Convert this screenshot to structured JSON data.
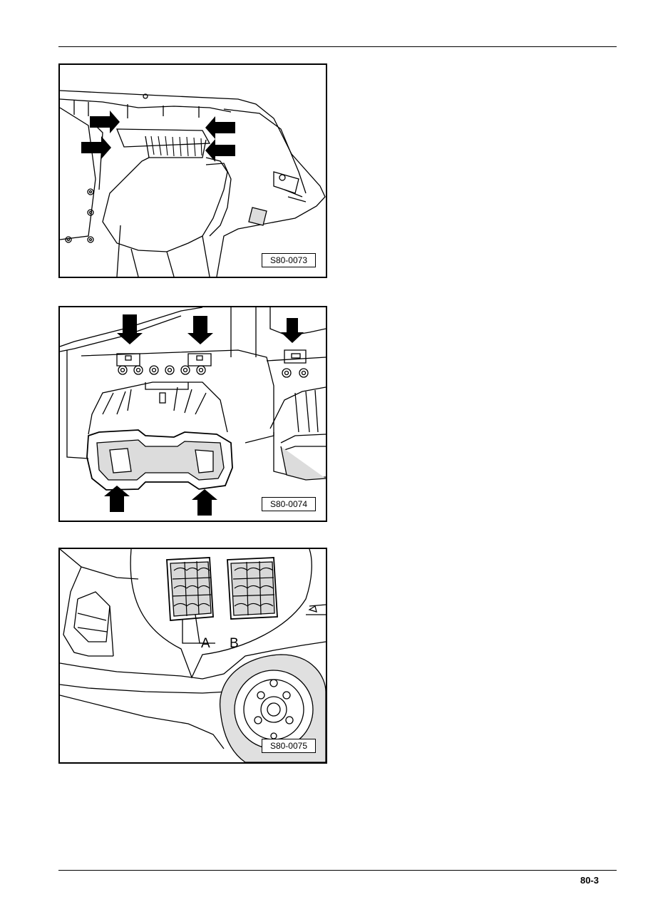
{
  "figures": [
    {
      "id": "S80-0073"
    },
    {
      "id": "S80-0074"
    },
    {
      "id": "S80-0075",
      "callouts": [
        "A",
        "B"
      ]
    }
  ],
  "page_number": "80-3"
}
